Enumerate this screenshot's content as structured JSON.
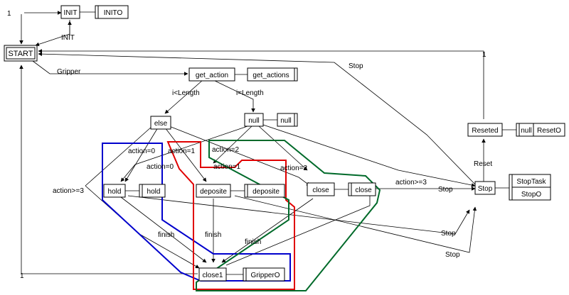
{
  "colors": {
    "blue": "#0000cc",
    "red": "#e00000",
    "green": "#006a2a",
    "line": "#000000"
  },
  "states": {
    "init": "INIT",
    "start": "START",
    "get_action": "get_action",
    "else": "else",
    "null": "null",
    "hold": "hold",
    "deposite": "deposite",
    "close": "close",
    "close1": "close1",
    "reseted": "Reseted",
    "stop": "Stop"
  },
  "actions": {
    "inito": "INITO",
    "get_actions": "get_actions",
    "null": "null",
    "hold": "hold",
    "deposite": "deposite",
    "close": "close",
    "grippero": "GripperO",
    "null_reseted": "null",
    "resetO": "ResetO",
    "stoptask": "StopTask",
    "stopo": "StopO"
  },
  "labels": {
    "one_init": "1",
    "init": "INIT",
    "gripper": "Gripper",
    "one_reseted": "1",
    "stop_top": "Stop",
    "i_lt_length": "i<Length",
    "i_eq_length": "i=Length",
    "action0_a": "action=0",
    "action1_a": "action=1",
    "action2_a": "action=2",
    "action0_b": "action=0",
    "action1_b": "action=1",
    "action2_b": "action=2",
    "action_ge3_left": "action>=3",
    "action_ge3_right": "action>=3",
    "stop_mid": "Stop",
    "reset": "Reset",
    "finish_a": "finish",
    "finish_b": "finish",
    "finish_c": "finish",
    "stop_low1": "Stop",
    "stop_low2": "Stop",
    "one_bottom": "1"
  }
}
